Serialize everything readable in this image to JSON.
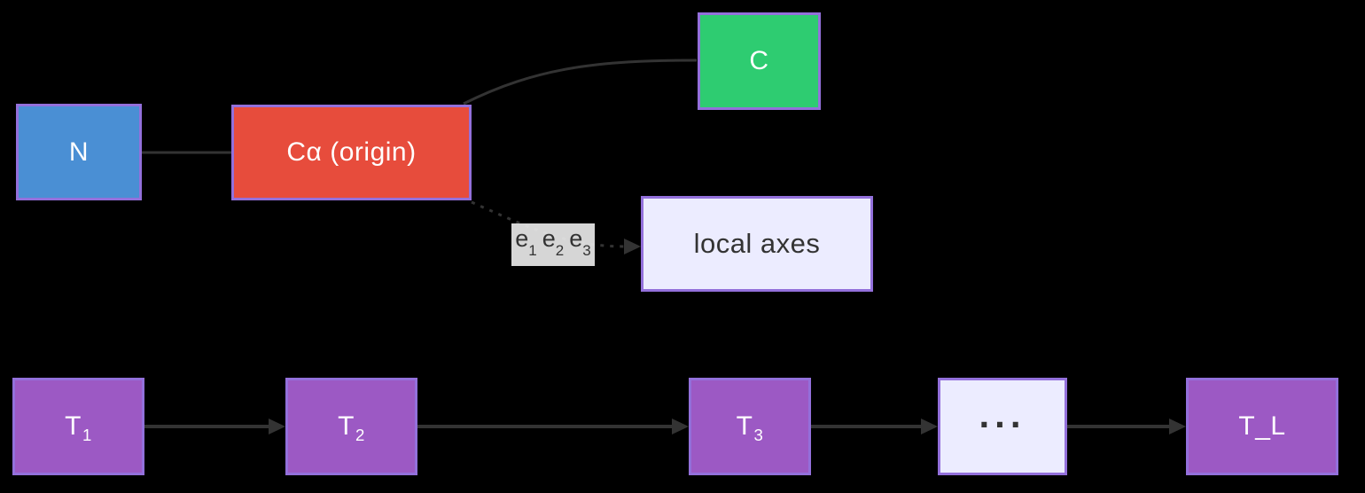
{
  "diagram": {
    "type": "flowchart",
    "nodes": {
      "n": {
        "label": "N"
      },
      "ca": {
        "label": "Cα (origin)"
      },
      "c": {
        "label": "C"
      },
      "local_axes": {
        "label": "local axes"
      },
      "t1": {
        "base": "T",
        "sub": "1"
      },
      "t2": {
        "base": "T",
        "sub": "2"
      },
      "t3": {
        "base": "T",
        "sub": "3"
      },
      "dots": {
        "label": "..."
      },
      "tl": {
        "label": "T_L"
      }
    },
    "edge_label": {
      "items": [
        {
          "base": "e",
          "sub": "1"
        },
        {
          "base": "e",
          "sub": "2"
        },
        {
          "base": "e",
          "sub": "3"
        }
      ]
    },
    "edges": [
      {
        "from": "n",
        "to": "ca",
        "style": "solid",
        "arrow": false
      },
      {
        "from": "ca",
        "to": "c",
        "style": "solid",
        "arrow": false
      },
      {
        "from": "ca",
        "to": "local_axes",
        "style": "dashed",
        "arrow": true,
        "label": "e1 e2 e3"
      },
      {
        "from": "t1",
        "to": "t2",
        "style": "solid",
        "arrow": true
      },
      {
        "from": "t2",
        "to": "t3",
        "style": "solid",
        "arrow": true
      },
      {
        "from": "t3",
        "to": "dots",
        "style": "solid",
        "arrow": true
      },
      {
        "from": "dots",
        "to": "tl",
        "style": "solid",
        "arrow": true
      }
    ],
    "colors": {
      "background": "#000000",
      "node-border": "#9370db",
      "blue-fill": "#4a8fd4",
      "red-fill": "#e74c3c",
      "green-fill": "#2ecc71",
      "purple-fill": "#9c59c4",
      "lavender-fill": "#ececff",
      "edge": "#333333",
      "label-bg": "#e8e8e8",
      "dark-text": "#333333",
      "light-text": "#ffffff"
    }
  }
}
